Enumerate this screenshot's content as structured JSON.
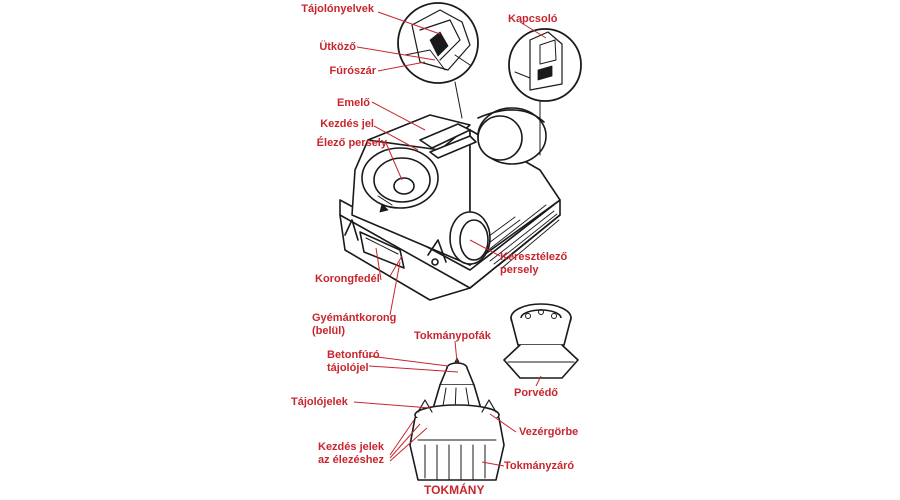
{
  "colors": {
    "label": "#c8262e",
    "pointer": "#c8262e",
    "drawing": "#1a1a1a",
    "background": "#ffffff"
  },
  "labels": {
    "tajolonyelvek": "Tájolónyelvek",
    "utkozo": "Ütköző",
    "furoszar": "Fúrószár",
    "kapcsolo": "Kapcsoló",
    "emelo": "Emelő",
    "kezdes_jel": "Kezdés jel",
    "elezo_persely": "Élező persely",
    "keresztelezo_persely_1": "Keresztélező",
    "keresztelezo_persely_2": "persely",
    "korongfedel": "Korongfedél",
    "gyemantkorong_1": "Gyémántkorong",
    "gyemantkorong_2": "(belül)",
    "tokmanypofak": "Tokmánypofák",
    "betonfuro_1": "Betonfúró",
    "betonfuro_2": "tájolójel",
    "porvedo": "Porvédő",
    "tajolojelek": "Tájolójelek",
    "vezergorbe": "Vezérgörbe",
    "kezdes_jelek_1": "Kezdés jelek",
    "kezdes_jelek_2": "az élezéshez",
    "tokmanyzaro": "Tokmányzáró",
    "tokmany": "TOKMÁNY"
  }
}
